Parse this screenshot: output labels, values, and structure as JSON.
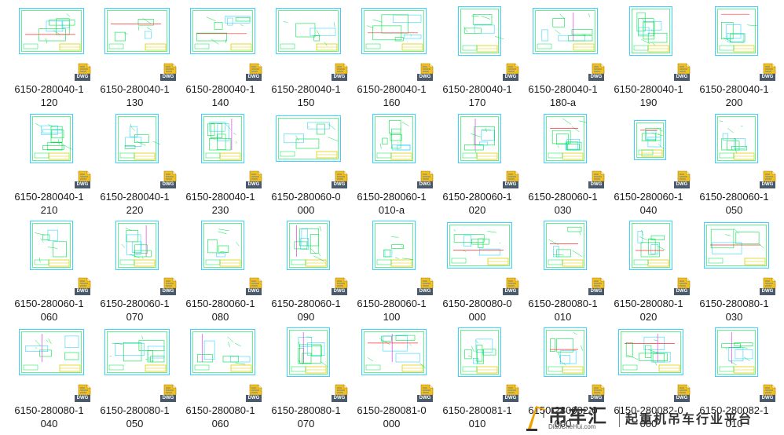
{
  "file_type_badge": "DWG",
  "files": [
    {
      "l1": "6150-280040-1",
      "l2": "120",
      "o": "l"
    },
    {
      "l1": "6150-280040-1",
      "l2": "130",
      "o": "l"
    },
    {
      "l1": "6150-280040-1",
      "l2": "140",
      "o": "l"
    },
    {
      "l1": "6150-280040-1",
      "l2": "150",
      "o": "l"
    },
    {
      "l1": "6150-280040-1",
      "l2": "160",
      "o": "l"
    },
    {
      "l1": "6150-280040-1",
      "l2": "170",
      "o": "p"
    },
    {
      "l1": "6150-280040-1",
      "l2": "180-a",
      "o": "l"
    },
    {
      "l1": "6150-280040-1",
      "l2": "190",
      "o": "p"
    },
    {
      "l1": "6150-280040-1",
      "l2": "200",
      "o": "p"
    },
    {
      "l1": "6150-280040-1",
      "l2": "210",
      "o": "p"
    },
    {
      "l1": "6150-280040-1",
      "l2": "220",
      "o": "p"
    },
    {
      "l1": "6150-280040-1",
      "l2": "230",
      "o": "p"
    },
    {
      "l1": "6150-280060-0",
      "l2": "000",
      "o": "l"
    },
    {
      "l1": "6150-280060-1",
      "l2": "010-a",
      "o": "p"
    },
    {
      "l1": "6150-280060-1",
      "l2": "020",
      "o": "p"
    },
    {
      "l1": "6150-280060-1",
      "l2": "030",
      "o": "p"
    },
    {
      "l1": "6150-280060-1",
      "l2": "040",
      "o": "s"
    },
    {
      "l1": "6150-280060-1",
      "l2": "050",
      "o": "p"
    },
    {
      "l1": "6150-280060-1",
      "l2": "060",
      "o": "p"
    },
    {
      "l1": "6150-280060-1",
      "l2": "070",
      "o": "p"
    },
    {
      "l1": "6150-280060-1",
      "l2": "080",
      "o": "p"
    },
    {
      "l1": "6150-280060-1",
      "l2": "090",
      "o": "p"
    },
    {
      "l1": "6150-280060-1",
      "l2": "100",
      "o": "p"
    },
    {
      "l1": "6150-280080-0",
      "l2": "000",
      "o": "l"
    },
    {
      "l1": "6150-280080-1",
      "l2": "010",
      "o": "p"
    },
    {
      "l1": "6150-280080-1",
      "l2": "020",
      "o": "p"
    },
    {
      "l1": "6150-280080-1",
      "l2": "030",
      "o": "l"
    },
    {
      "l1": "6150-280080-1",
      "l2": "040",
      "o": "l"
    },
    {
      "l1": "6150-280080-1",
      "l2": "050",
      "o": "l"
    },
    {
      "l1": "6150-280080-1",
      "l2": "060",
      "o": "l"
    },
    {
      "l1": "6150-280080-1",
      "l2": "070",
      "o": "p"
    },
    {
      "l1": "6150-280081-0",
      "l2": "000",
      "o": "l"
    },
    {
      "l1": "6150-280081-1",
      "l2": "010",
      "o": "p"
    },
    {
      "l1": "6150-280082-0",
      "l2": "000",
      "o": "p"
    },
    {
      "l1": "6150-280082-0",
      "l2": "000",
      "o": "l"
    },
    {
      "l1": "6150-280082-1",
      "l2": "010",
      "o": "p"
    }
  ],
  "watermark": {
    "brand": "吊车汇",
    "url": "DiaoCheHui.com",
    "slogan": "起重机吊车行业平台"
  },
  "colors": {
    "frame": "#36d4ff",
    "inner": "#00e34a",
    "titleblock": "#e0d000",
    "accent_red": "#ff3030",
    "accent_magenta": "#e040e0",
    "badge_bg": "#4a5a6a",
    "badge_text": "#ffffff",
    "badge_sheet": "#f0c020"
  }
}
